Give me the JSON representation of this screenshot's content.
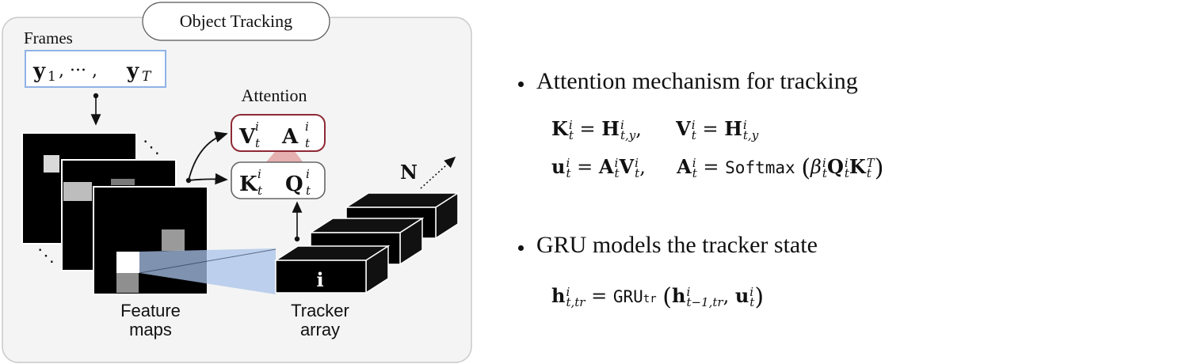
{
  "diagram": {
    "title": "Object Tracking",
    "frames_label": "Frames",
    "frames_formula_y1": "y",
    "frames_formula_sub1": "1",
    "frames_formula_dots": ", ··· ,",
    "frames_formula_yT": "y",
    "frames_formula_subT": "T",
    "attention_label": "Attention",
    "feature_maps_label_line1": "Feature",
    "feature_maps_label_line2": "maps",
    "tracker_label_line1": "Tracker",
    "tracker_label_line2": "array",
    "tracker_index": "i",
    "N_label": "N",
    "ellipsis_top": "⋱",
    "ellipsis_bottom": "⋱",
    "V": "V",
    "A": "A",
    "K": "K",
    "Q": "Q",
    "sup_i": "i",
    "sub_t": "t"
  },
  "bullets": [
    {
      "text": "Attention mechanism for tracking"
    },
    {
      "text": "GRU models the tracker state"
    }
  ],
  "equations": {
    "line1a_lhs": "K",
    "line1a_rhs": "H",
    "line1a_sub": "t,y",
    "line1b_lhs": "V",
    "line1b_rhs": "H",
    "line1b_sub": "t,y",
    "line2a_lhs": "u",
    "line2a_rhs1": "A",
    "line2a_rhs2": "V",
    "line2a_sub": "t",
    "line2b_lhs": "A",
    "line2b_fn": "Softmax",
    "line2b_beta": "β",
    "line2b_Q": "Q",
    "line2b_K": "K",
    "line2b_supT": "T",
    "line3_lhs": "h",
    "line3_lhs_sub": "t,tr",
    "line3_fn": "GRU",
    "line3_fn_sub": "tr",
    "line3_arg1": "h",
    "line3_arg1_sub": "t−1,tr",
    "line3_arg2": "u",
    "sup_i": "i",
    "sub_t": "t",
    "eq": "=",
    "comma": ","
  }
}
